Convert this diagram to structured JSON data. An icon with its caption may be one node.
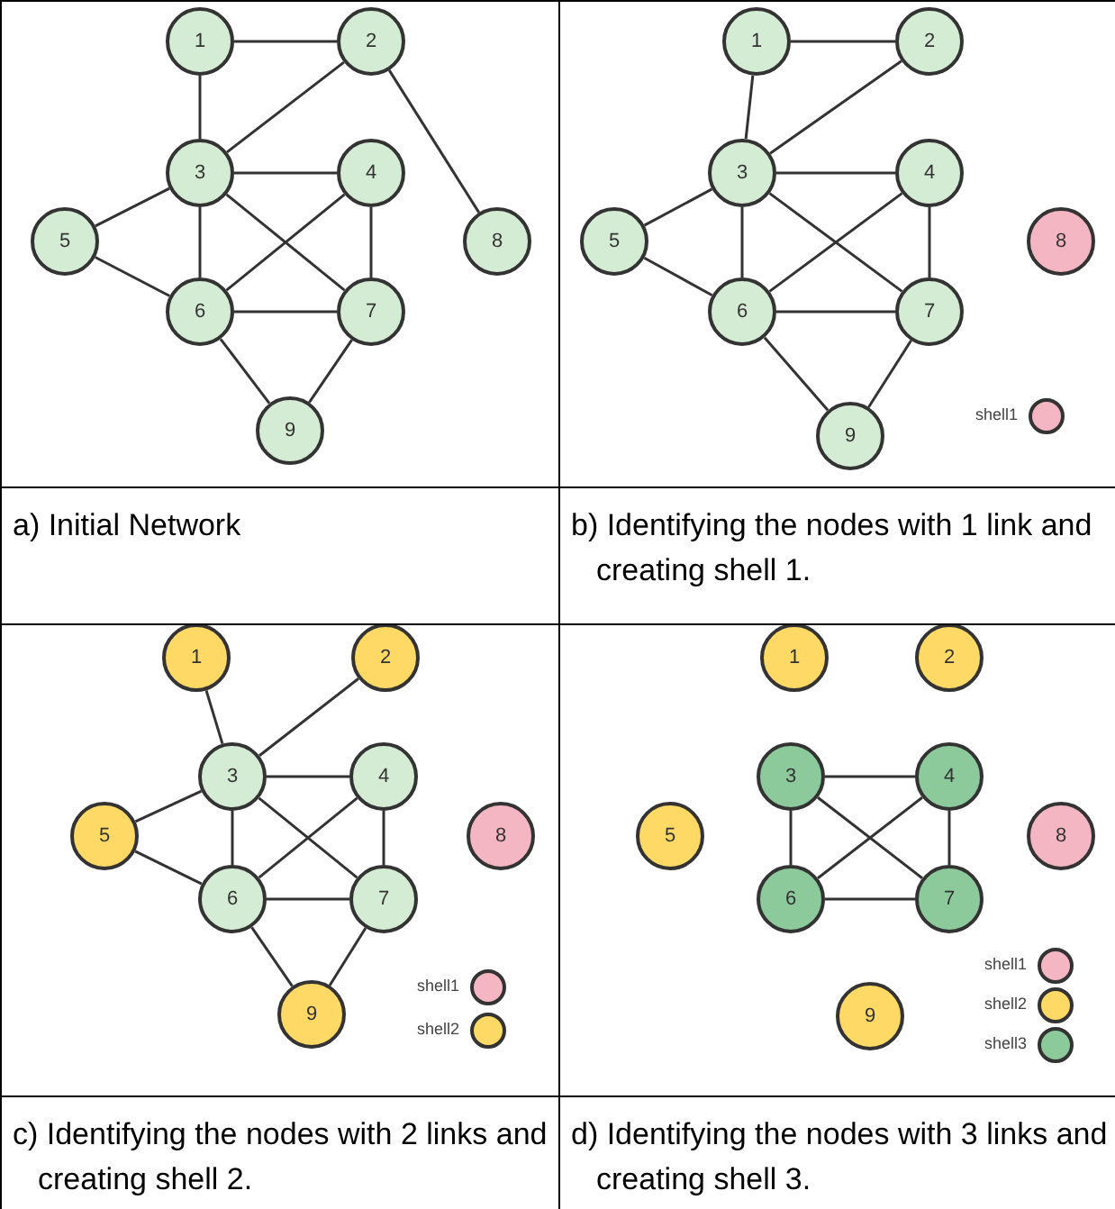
{
  "diagram": {
    "nodes": [
      {
        "text": [
          "1"
        ]
      },
      {
        "text": [
          "2"
        ]
      },
      {
        "text": [
          "3"
        ]
      },
      {
        "text": [
          "4"
        ]
      },
      {
        "text": [
          "5"
        ]
      },
      {
        "text": [
          "6"
        ]
      },
      {
        "text": [
          "7"
        ]
      },
      {
        "text": [
          "8"
        ]
      },
      {
        "text": [
          "9"
        ]
      },
      {
        "text": [
          "1"
        ]
      },
      {
        "text": [
          "2"
        ]
      },
      {
        "text": [
          "3"
        ]
      },
      {
        "text": [
          "4"
        ]
      },
      {
        "text": [
          "5"
        ]
      },
      {
        "text": [
          "6"
        ]
      },
      {
        "text": [
          "7"
        ]
      },
      {
        "text": [
          "8"
        ]
      },
      {
        "text": [
          "9"
        ]
      },
      {
        "text": [
          "1"
        ]
      },
      {
        "text": [
          "2"
        ]
      },
      {
        "text": [
          "3"
        ]
      },
      {
        "text": [
          "4"
        ]
      },
      {
        "text": [
          "5"
        ]
      },
      {
        "text": [
          "6"
        ]
      },
      {
        "text": [
          "7"
        ]
      },
      {
        "text": [
          "8"
        ]
      },
      {
        "text": [
          "9"
        ]
      },
      {
        "text": [
          "1"
        ]
      },
      {
        "text": [
          "2"
        ]
      },
      {
        "text": [
          "3"
        ]
      },
      {
        "text": [
          "4"
        ]
      },
      {
        "text": [
          "5"
        ]
      },
      {
        "text": [
          "6"
        ]
      },
      {
        "text": [
          "7"
        ]
      },
      {
        "text": [
          "8"
        ]
      },
      {
        "text": [
          "9"
        ]
      }
    ],
    "edges": [
      {
        "from": 0,
        "to": 1,
        "arrow": "none"
      },
      {
        "from": 0,
        "to": 2,
        "arrow": "none"
      },
      {
        "from": 1,
        "to": 2,
        "arrow": "none"
      },
      {
        "from": 1,
        "to": 7,
        "arrow": "none"
      },
      {
        "from": 2,
        "to": 3,
        "arrow": "none"
      },
      {
        "from": 2,
        "to": 4,
        "arrow": "none"
      },
      {
        "from": 2,
        "to": 5,
        "arrow": "none"
      },
      {
        "from": 2,
        "to": 6,
        "arrow": "none"
      },
      {
        "from": 3,
        "to": 5,
        "arrow": "none"
      },
      {
        "from": 3,
        "to": 6,
        "arrow": "none"
      },
      {
        "from": 4,
        "to": 5,
        "arrow": "none"
      },
      {
        "from": 5,
        "to": 6,
        "arrow": "none"
      },
      {
        "from": 5,
        "to": 8,
        "arrow": "none"
      },
      {
        "from": 6,
        "to": 8,
        "arrow": "none"
      },
      {
        "from": 9,
        "to": 10,
        "arrow": "none"
      },
      {
        "from": 9,
        "to": 11,
        "arrow": "none"
      },
      {
        "from": 10,
        "to": 11,
        "arrow": "none"
      },
      {
        "from": 11,
        "to": 12,
        "arrow": "none"
      },
      {
        "from": 11,
        "to": 13,
        "arrow": "none"
      },
      {
        "from": 11,
        "to": 14,
        "arrow": "none"
      },
      {
        "from": 11,
        "to": 15,
        "arrow": "none"
      },
      {
        "from": 12,
        "to": 14,
        "arrow": "none"
      },
      {
        "from": 12,
        "to": 15,
        "arrow": "none"
      },
      {
        "from": 13,
        "to": 14,
        "arrow": "none"
      },
      {
        "from": 14,
        "to": 15,
        "arrow": "none"
      },
      {
        "from": 14,
        "to": 17,
        "arrow": "none"
      },
      {
        "from": 15,
        "to": 17,
        "arrow": "none"
      },
      {
        "from": 18,
        "to": 20,
        "arrow": "none"
      },
      {
        "from": 19,
        "to": 20,
        "arrow": "none"
      },
      {
        "from": 20,
        "to": 21,
        "arrow": "none"
      },
      {
        "from": 20,
        "to": 22,
        "arrow": "none"
      },
      {
        "from": 20,
        "to": 23,
        "arrow": "none"
      },
      {
        "from": 20,
        "to": 24,
        "arrow": "none"
      },
      {
        "from": 21,
        "to": 23,
        "arrow": "none"
      },
      {
        "from": 21,
        "to": 24,
        "arrow": "none"
      },
      {
        "from": 22,
        "to": 23,
        "arrow": "none"
      },
      {
        "from": 23,
        "to": 24,
        "arrow": "none"
      },
      {
        "from": 23,
        "to": 26,
        "arrow": "none"
      },
      {
        "from": 24,
        "to": 26,
        "arrow": "none"
      },
      {
        "from": 29,
        "to": 30,
        "arrow": "none"
      },
      {
        "from": 29,
        "to": 32,
        "arrow": "none"
      },
      {
        "from": 29,
        "to": 33,
        "arrow": "none"
      },
      {
        "from": 30,
        "to": 32,
        "arrow": "none"
      },
      {
        "from": 30,
        "to": 33,
        "arrow": "none"
      },
      {
        "from": 32,
        "to": 33,
        "arrow": "none"
      }
    ],
    "labels": [
      "a) Initial Network",
      "b) Identifying the nodes with 1 link and creating shell 1.",
      "c) Identifying the nodes with 2 links and creating shell 2.",
      "d) Identifying the nodes with 3 links and creating shell 3."
    ],
    "legend": [
      {
        "text": "shell1",
        "color": "#f4b6c2"
      },
      {
        "text": "shell1",
        "color": "#f4b6c2"
      },
      {
        "text": "shell2",
        "color": "#ffd966"
      },
      {
        "text": "shell1",
        "color": "#f4b6c2"
      },
      {
        "text": "shell2",
        "color": "#ffd966"
      },
      {
        "text": "shell3",
        "color": "#8cc99b"
      }
    ]
  }
}
